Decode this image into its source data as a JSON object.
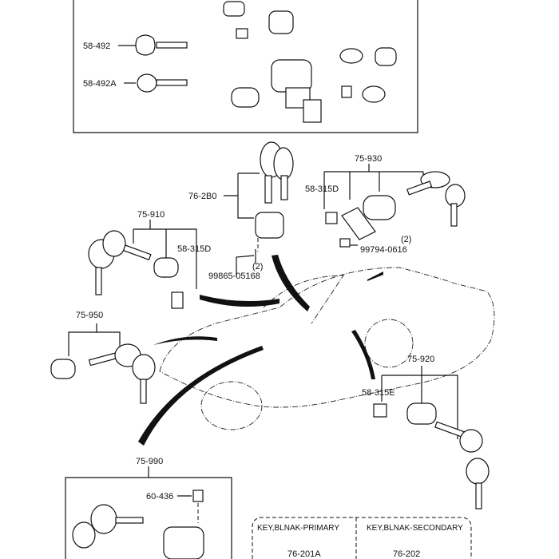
{
  "labels": {
    "top_key_a": "58-492",
    "top_key_b": "58-492A",
    "set_930": "75-930",
    "part_315d_right": "58-315D",
    "set_2b0": "76-2B0",
    "bolt_right": "99794-0616",
    "bolt_right_qty": "(2)",
    "set_910": "75-910",
    "part_315d_left": "58-315D",
    "screw_left": "99865-05168",
    "screw_left_qty": "(2)",
    "set_950": "75-950",
    "set_920": "75-920",
    "part_315e": "58-315E",
    "set_990": "75-990",
    "part_60_436": "60-436"
  },
  "table": {
    "col1_header": "KEY,BLNAK-PRIMARY",
    "col2_header": "KEY,BLNAK-SECONDARY",
    "col1_value": "76-201A",
    "col2_value": "76-202"
  }
}
